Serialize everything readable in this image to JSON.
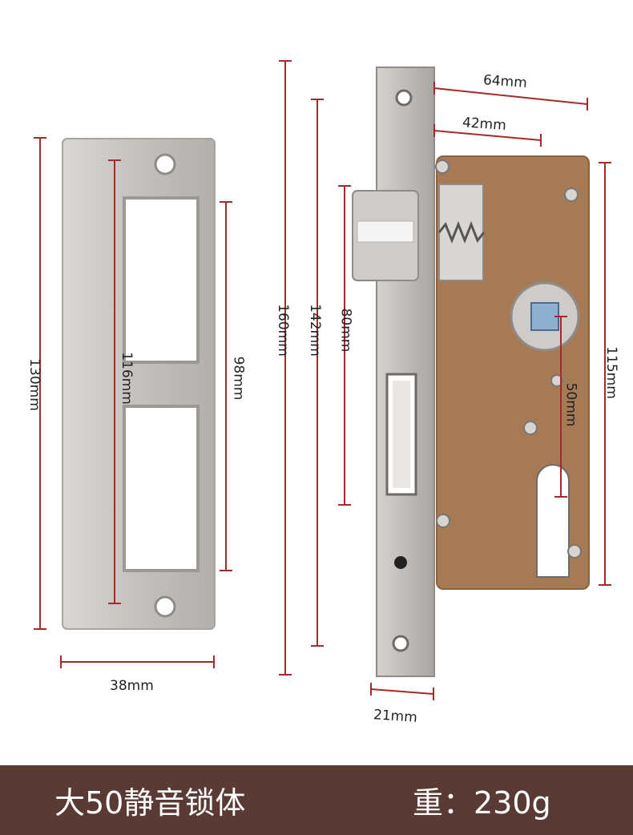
{
  "dimensions": {
    "strike_width": "38mm",
    "strike_height": "130mm",
    "strike_inner": "116mm",
    "strike_opening": "98mm",
    "faceplate_height": "160mm",
    "faceplate_holes": "142mm",
    "latch_span": "80mm",
    "case_depth": "64mm",
    "backset": "42mm",
    "case_height": "115mm",
    "center_distance": "50mm",
    "faceplate_width": "21mm"
  },
  "footer": {
    "product_name": "大50静音锁体",
    "weight": "重：230g"
  },
  "colors": {
    "footer_bg": "#5a3a35",
    "dimension_line": "#a52a2a",
    "lock_case": "#a57a55",
    "steel": "#c9c5c2"
  }
}
